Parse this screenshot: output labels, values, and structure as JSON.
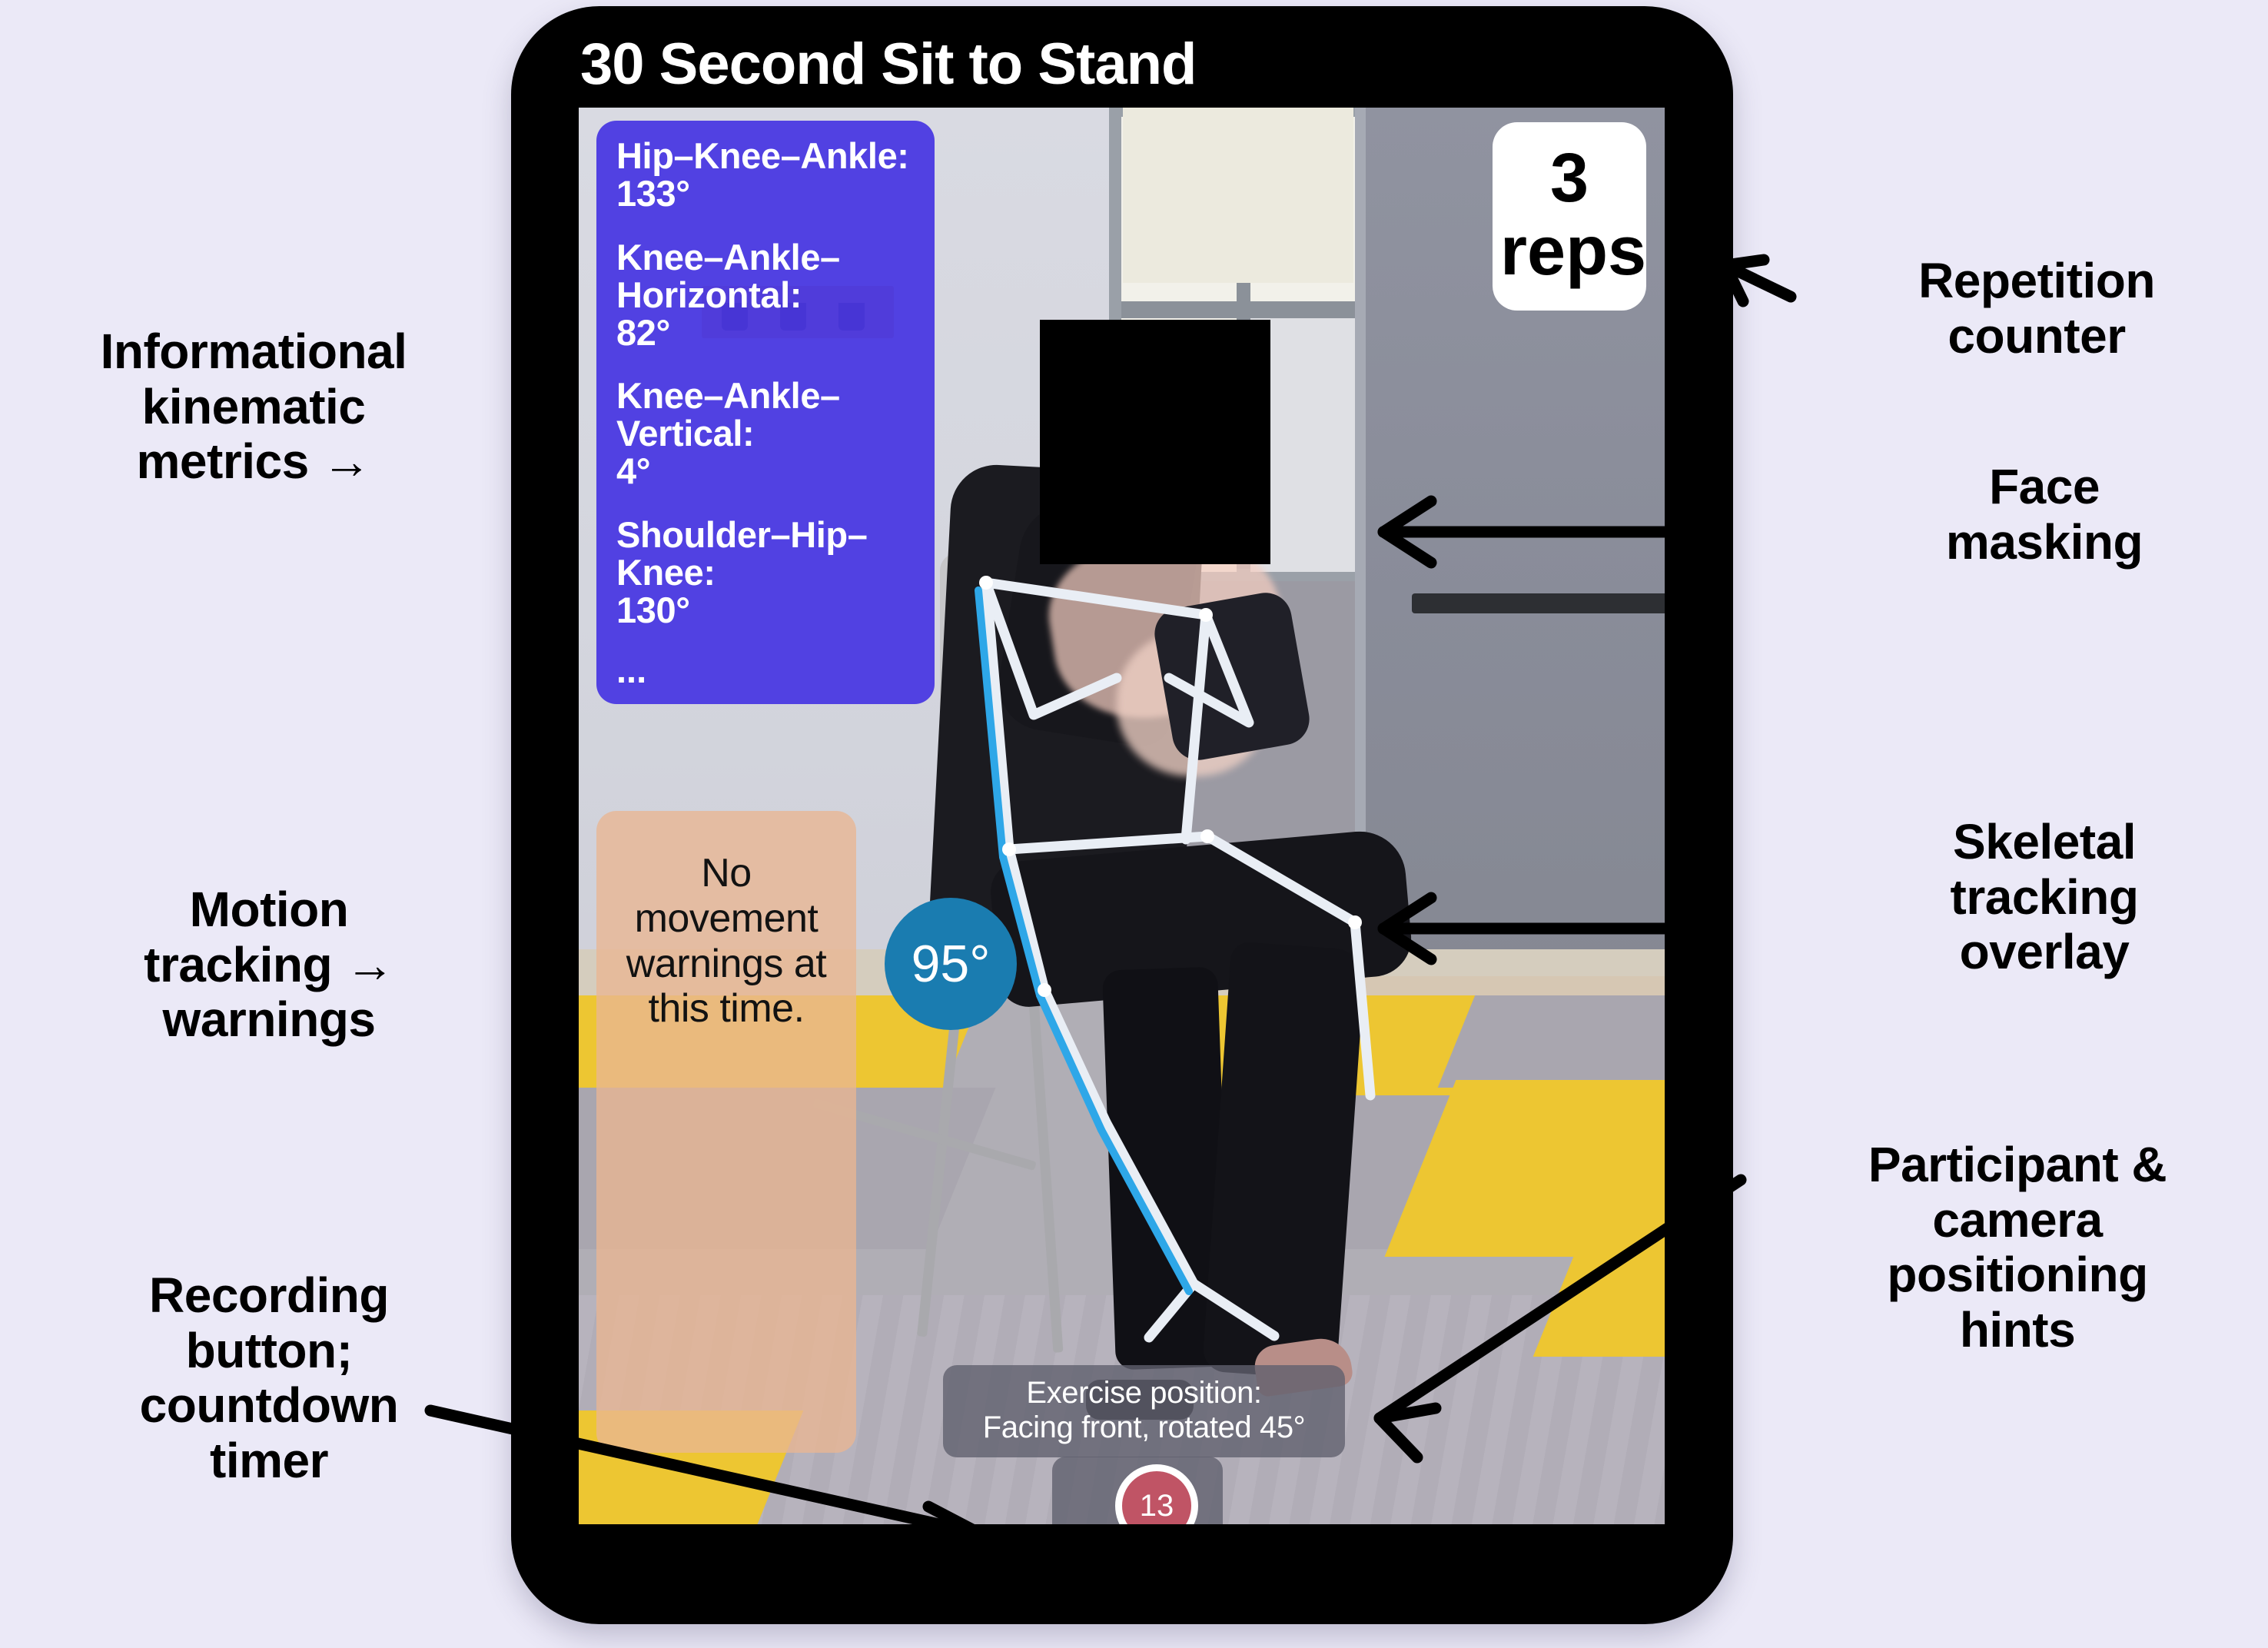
{
  "background_color": "#ebe9f7",
  "device": {
    "title": "30 Second Sit to Stand",
    "frame_color": "#000000"
  },
  "overlays": {
    "metrics_panel": {
      "color": "#4534e2",
      "items": [
        {
          "name": "Hip–Knee–Ankle:",
          "value": "133°"
        },
        {
          "name": "Knee–Ankle–Horizontal:",
          "value": "82°"
        },
        {
          "name": "Knee–Ankle–Vertical:",
          "value": "4°"
        },
        {
          "name": "Shoulder–Hip–Knee:",
          "value": "130°"
        }
      ],
      "more_indicator": "..."
    },
    "rep_counter": {
      "count": "3",
      "unit": "reps",
      "background": "#ffffff"
    },
    "warnings_panel": {
      "color": "#e9b692",
      "text": "No movement warnings at this time."
    },
    "angle_badge": {
      "value": "95°",
      "color": "#1a7cb0"
    },
    "position_hint": {
      "line1": "Exercise position:",
      "line2": "Facing front, rotated 45°",
      "color": "#60606e"
    },
    "record_button": {
      "countdown": "13",
      "color": "#c05465",
      "ring_color": "#ffffff"
    }
  },
  "annotations": {
    "left": [
      {
        "id": "informational-kinematic-metrics",
        "text": "Informational\nkinematic\nmetrics →"
      },
      {
        "id": "motion-tracking-warnings",
        "text": "Motion\ntracking →\nwarnings"
      },
      {
        "id": "recording-button-countdown-timer",
        "text": "Recording\nbutton;\ncountdown\ntimer"
      }
    ],
    "right": [
      {
        "id": "repetition-counter",
        "arrow": "↖",
        "text": "Repetition\ncounter"
      },
      {
        "id": "face-masking",
        "text": "Face\nmasking"
      },
      {
        "id": "skeletal-tracking-overlay",
        "text": "Skeletal\ntracking\noverlay"
      },
      {
        "id": "participant-camera-positioning-hints",
        "text": "Participant &\ncamera\npositioning\nhints"
      }
    ]
  }
}
